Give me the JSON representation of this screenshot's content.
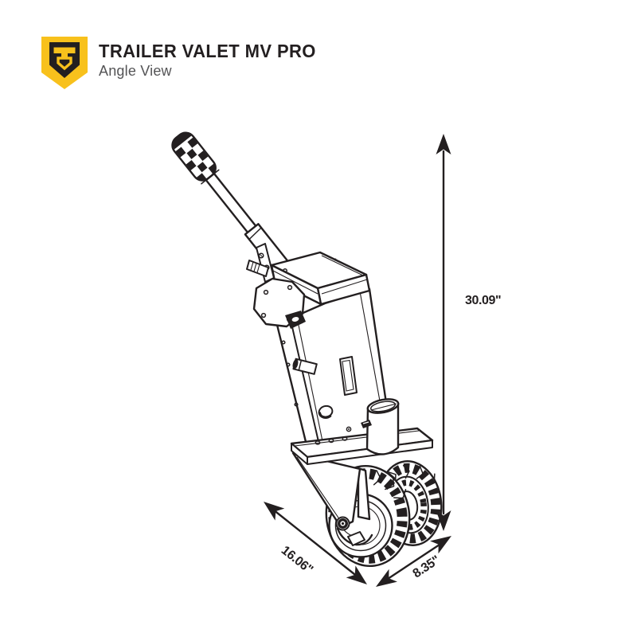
{
  "header": {
    "title": "TRAILER VALET MV PRO",
    "subtitle": "Angle View",
    "logo_icon": "trailer-valet-shield-icon",
    "brand_yellow": "#F8C11C",
    "ink": "#231F20"
  },
  "diagram": {
    "description": "Angled line drawing of the Trailer Valet MV Pro trailer dolly with dual knobby wheels, handle, drive housing and coupler cup",
    "line_color": "#231F20",
    "dimensions": {
      "height_label": "30.09\"",
      "length_label": "16.06\"",
      "width_label": "8.35\""
    }
  }
}
